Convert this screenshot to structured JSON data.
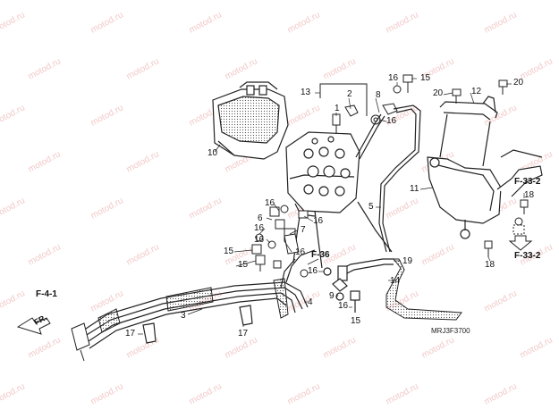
{
  "watermark": "motod.ru",
  "drawing_code": "MRJ3F3700",
  "direction_label": "FR.",
  "section_refs": {
    "f41": "F-4-1",
    "f36": "F-36",
    "f332_top": "F-33-2",
    "f332_bottom": "F-33-2"
  },
  "callouts": {
    "c1": "1",
    "c2": "2",
    "c3": "3",
    "c4": "4",
    "c5": "5",
    "c6": "6",
    "c7": "7",
    "c8": "8",
    "c9": "9",
    "c10": "10",
    "c11": "11",
    "c12": "12",
    "c13": "13",
    "c14": "14",
    "c15_top": "15",
    "c15_a": "15",
    "c15_b": "15",
    "c15_c": "15",
    "c16_top": "16",
    "c16_b": "16",
    "c16_c": "16",
    "c16_d": "16",
    "c16_e": "16",
    "c16_f": "16",
    "c16_g": "16",
    "c16_h": "16",
    "c16_i": "16",
    "c17_a": "17",
    "c17_b": "17",
    "c18_a": "18",
    "c18_b": "18",
    "c19": "19",
    "c20_a": "20",
    "c20_b": "20"
  },
  "colors": {
    "line": "#222222",
    "watermark": "#f2c9c9",
    "hatch": "#555555"
  }
}
